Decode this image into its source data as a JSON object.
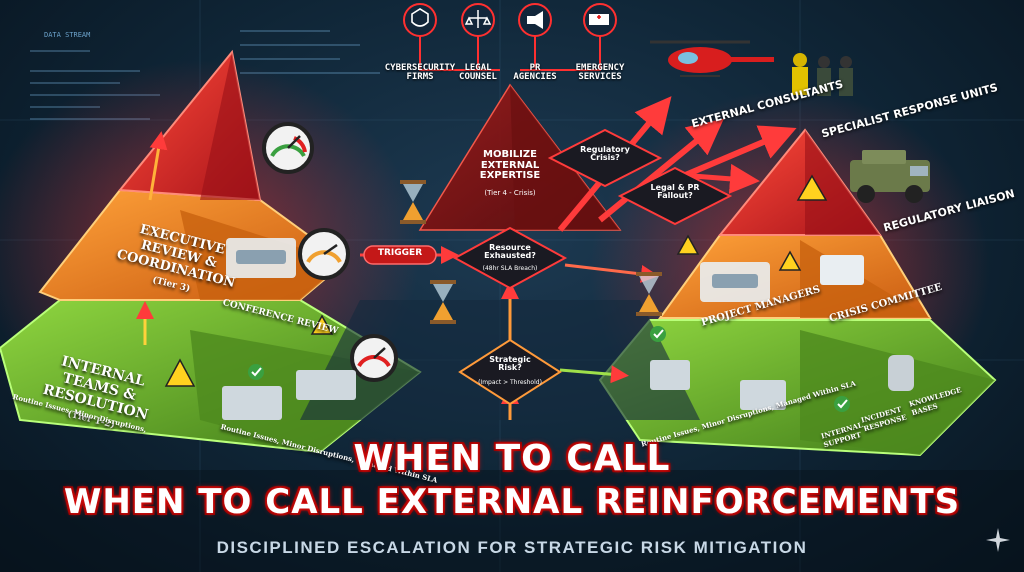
{
  "title": {
    "line1": "WHEN TO CALL",
    "line2": "WHEN TO CALL EXTERNAL REINFORCEMENTS",
    "subtitle": "DISCIPLINED ESCALATION FOR STRATEGIC RISK MITIGATION"
  },
  "background": {
    "data_stream_label": "DATA STREAM"
  },
  "agencies": [
    {
      "label": "CYBERSECURITY FIRMS",
      "icon": "lock-shield-icon"
    },
    {
      "label": "LEGAL COUNSEL",
      "icon": "scales-icon"
    },
    {
      "label": "PR AGENCIES",
      "icon": "megaphone-icon"
    },
    {
      "label": "EMERGENCY SERVICES",
      "icon": "ambulance-icon"
    }
  ],
  "left_pyramid": {
    "tier3_label": "EXECUTIVE REVIEW & COORDINATION",
    "tier3_sub": "(Tier 3)",
    "tier3_scene": "CONFERENCE REVIEW",
    "tier12_label": "INTERNAL TEAMS & RESOLUTION",
    "tier12_sub": "(Tier 1-2)",
    "base_left": "Routine Issues, Minor Disruptions,",
    "base_right": "Routine Issues, Minor Disruptions, Managed Within SLA"
  },
  "center": {
    "tier4_title": "MOBILIZE EXTERNAL EXPERTISE",
    "tier4_sub": "(Tier 4 - Crisis)",
    "trigger": "TRIGGER",
    "resource_q": "Resource Exhausted?",
    "resource_sub": "(48hr SLA Breach)",
    "strategic_q": "Strategic Risk?",
    "strategic_sub": "(Impact > Threshold)",
    "regulatory_q": "Regulatory Crisis?",
    "legal_q": "Legal & PR Fallout?"
  },
  "right_pyramid": {
    "project_managers": "PROJECT MANAGERS",
    "crisis_committee": "CRISIS COMMITTEE",
    "internal_support": "INTERNAL SUPPORT",
    "incident_response": "INCIDENT RESPONSE",
    "knowledge_bases": "KNOWLEDGE BASES",
    "base_text": "Routine Issues, Minor Disruptions, Managed Within SLA"
  },
  "external": {
    "consultants": "EXTERNAL CONSULTANTS",
    "specialist": "SPECIALIST RESPONSE UNITS",
    "liaison": "REGULATORY LIAISON"
  },
  "colors": {
    "red_tier": "#d8262a",
    "orange_tier": "#ee7a1c",
    "green_tier": "#6fae2a",
    "title_glow": "#e01010"
  }
}
